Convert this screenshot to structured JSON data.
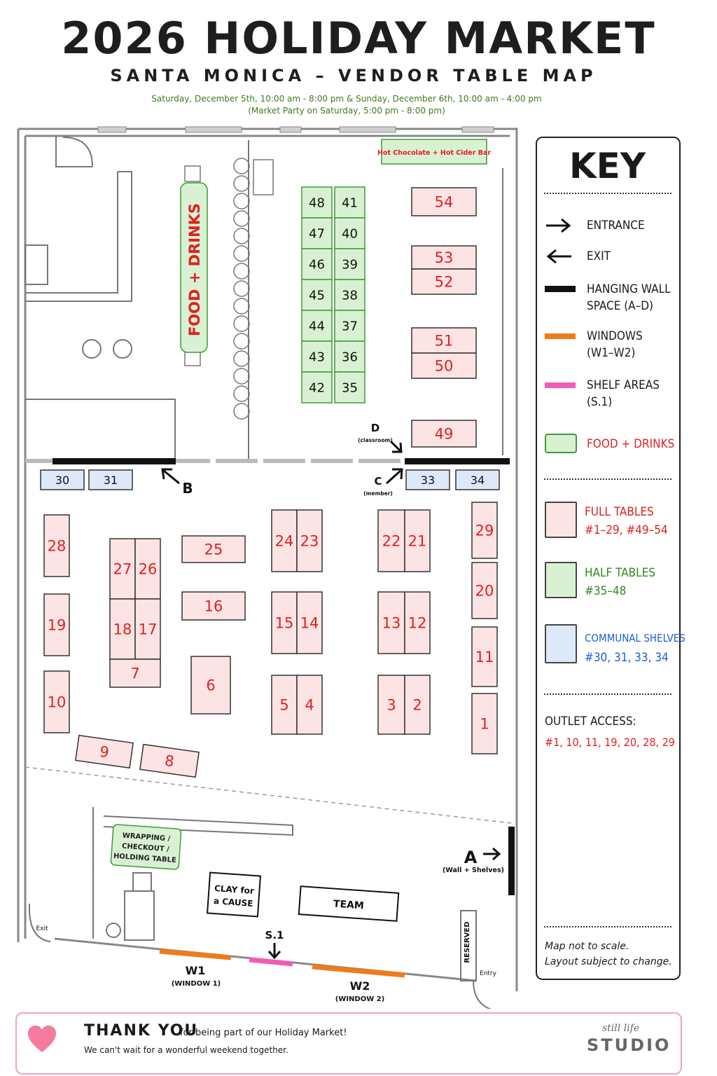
{
  "header": {
    "title": "2026 HOLIDAY MARKET",
    "subtitle": "SANTA MONICA – VENDOR TABLE MAP",
    "dates": "Saturday, December 5th, 10:00 am - 8:00 pm & Sunday, December 6th, 10:00 am - 4:00 pm",
    "party": "(Market Party on Saturday, 5:00 pm - 8:00 pm)"
  },
  "colors": {
    "full_fill": "#fde4e4",
    "full_text": "#e02020",
    "half_fill": "#d9f1d3",
    "half_border": "#3d9b35",
    "shelf_fill": "#dce9f8",
    "shelf_text": "#1a5fd6",
    "wall_black": "#111111",
    "window_orange": "#f07a1a",
    "shelf_pink": "#f05cb6"
  },
  "map": {
    "food_drinks": "FOOD + DRINKS",
    "hot_bar": "Hot Chocolate + Hot Cider Bar",
    "wrapping": [
      "WRAPPING /",
      "CHECKOUT /",
      "HOLDING TABLE"
    ],
    "clay": [
      "CLAY for",
      "a CAUSE"
    ],
    "team": "TEAM",
    "reserved": "RESERVED",
    "exit": "Exit",
    "entry": "Entry",
    "label_a": "A",
    "label_a_sub": "(Wall + Shelves)",
    "label_b": "B",
    "label_c": "C",
    "label_c_sub": "(member)",
    "label_d": "D",
    "label_d_sub": "(classroom)",
    "label_s1": "S.1",
    "label_w1": "W1",
    "label_w1_sub": "(WINDOW 1)",
    "label_w2": "W2",
    "label_w2_sub": "(WINDOW 2)",
    "full_tables": [
      "54",
      "53",
      "52",
      "51",
      "50",
      "49",
      "28",
      "27",
      "26",
      "25",
      "24",
      "23",
      "22",
      "21",
      "29",
      "19",
      "18",
      "17",
      "16",
      "15",
      "14",
      "13",
      "12",
      "20",
      "7",
      "11",
      "6",
      "10",
      "5",
      "4",
      "3",
      "2",
      "1",
      "9",
      "8"
    ],
    "half_tables": [
      "48",
      "41",
      "47",
      "40",
      "46",
      "39",
      "45",
      "38",
      "44",
      "37",
      "43",
      "36",
      "42",
      "35"
    ],
    "shelves": [
      "30",
      "31",
      "33",
      "34"
    ]
  },
  "key": {
    "title": "KEY",
    "entrance": "ENTRANCE",
    "exit": "EXIT",
    "hanging_1": "HANGING WALL",
    "hanging_2": "SPACE (A–D)",
    "windows_1": "WINDOWS",
    "windows_2": "(W1–W2)",
    "shelf_1": "SHELF AREAS",
    "shelf_2": "(S.1)",
    "food": "FOOD + DRINKS",
    "full_1": "FULL TABLES",
    "full_2": "#1–29, #49–54",
    "half_1": "HALF TABLES",
    "half_2": "#35–48",
    "communal_1": "COMMUNAL SHELVES",
    "communal_2": "#30, 31, 33, 34",
    "outlet_1": "OUTLET ACCESS:",
    "outlet_2": "#1, 10, 11, 19, 20, 28, 29",
    "note_1": "Map not to scale.",
    "note_2": "Layout subject to change."
  },
  "footer": {
    "thank_you": "THANK YOU",
    "thank_rest": "for being part of our Holiday Market!",
    "line2": "We can't wait for a wonderful weekend together.",
    "brand_script": "still life",
    "brand": "STUDIO"
  }
}
